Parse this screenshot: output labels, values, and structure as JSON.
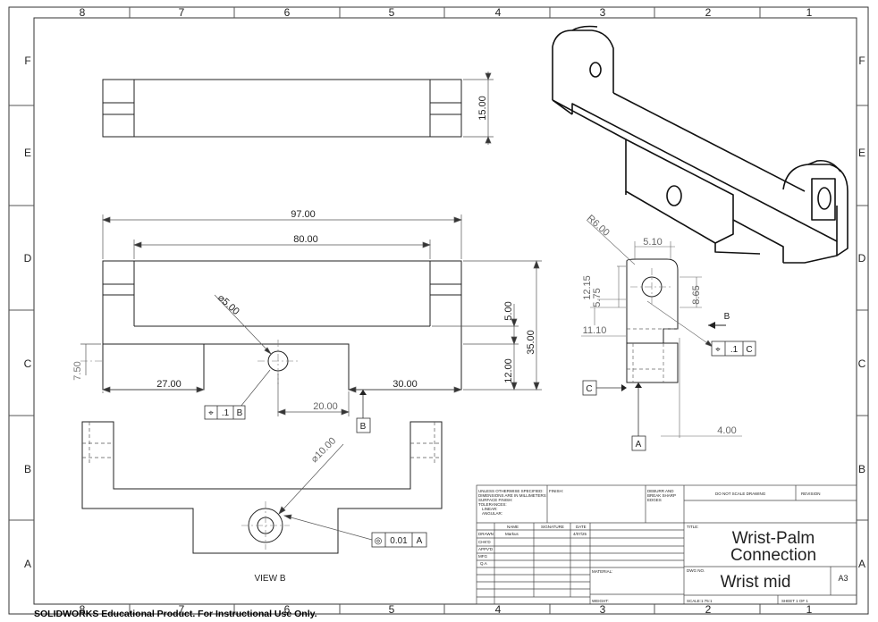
{
  "zone_columns": [
    "8",
    "7",
    "6",
    "5",
    "4",
    "3",
    "2",
    "1"
  ],
  "zone_rows": [
    "F",
    "E",
    "D",
    "C",
    "B",
    "A"
  ],
  "dimensions": {
    "top_height": "15.00",
    "overall_width": "97.00",
    "inner_width": "80.00",
    "hole_dia": "⌀5.00",
    "slot_depth": "5.00",
    "overall_height": "35.00",
    "left_height": "7.50",
    "left_width": "27.00",
    "hole_offset": "20.00",
    "right_width": "30.00",
    "right_height": "12.00",
    "bore_dia": "⌀10.00",
    "radius": "R6.00",
    "lug_width": "5.10",
    "lug_h1": "12.15",
    "lug_h2": "5.75",
    "lug_h3": "8.65",
    "side_width": "11.10",
    "side_offset": "4.00"
  },
  "gdt": {
    "fcf1": {
      "symbol": "⌖",
      "tol": ".1",
      "datum": "B"
    },
    "fcf2": {
      "symbol": "⌖",
      "tol": ".1",
      "datum": "C"
    },
    "fcf3": {
      "symbol": "◎",
      "tol": "0.01",
      "datum": "A"
    }
  },
  "datums": {
    "b": "B",
    "c": "C",
    "a": "A",
    "view_arrow": "B"
  },
  "view_label": "VIEW B",
  "title_block": {
    "tolerance_note": [
      "UNLESS OTHERWISE SPECIFIED:",
      "DIMENSIONS ARE IN MILLIMETERS",
      "SURFACE FINISH:",
      "TOLERANCES:",
      "LINEAR:",
      "ANGULAR:"
    ],
    "finish_label": "FINISH:",
    "deburr_note": [
      "DEBURR AND",
      "BREAK SHARP",
      "EDGES"
    ],
    "no_scale": "DO NOT SCALE DRAWING",
    "revision_label": "REVISION",
    "headers": [
      "NAME",
      "SIGNATURE",
      "DATE"
    ],
    "rows": [
      "DRAWN",
      "CHK'D",
      "APPV'D",
      "MFG",
      "Q.A"
    ],
    "drawn_name": "Markus",
    "drawn_date": "4/07/25",
    "title_label": "TITLE:",
    "title_line1": "Wrist-Palm",
    "title_line2": "Connection",
    "material_label": "MATERIAL:",
    "dwg_no_label": "DWG NO.",
    "dwg_no": "Wrist mid",
    "size": "A3",
    "weight_label": "WEIGHT:",
    "scale": "SCALE:1:75:1",
    "sheet": "SHEET 1 OF 1"
  },
  "footer_note": "SOLIDWORKS Educational Product. For Instructional Use Only."
}
